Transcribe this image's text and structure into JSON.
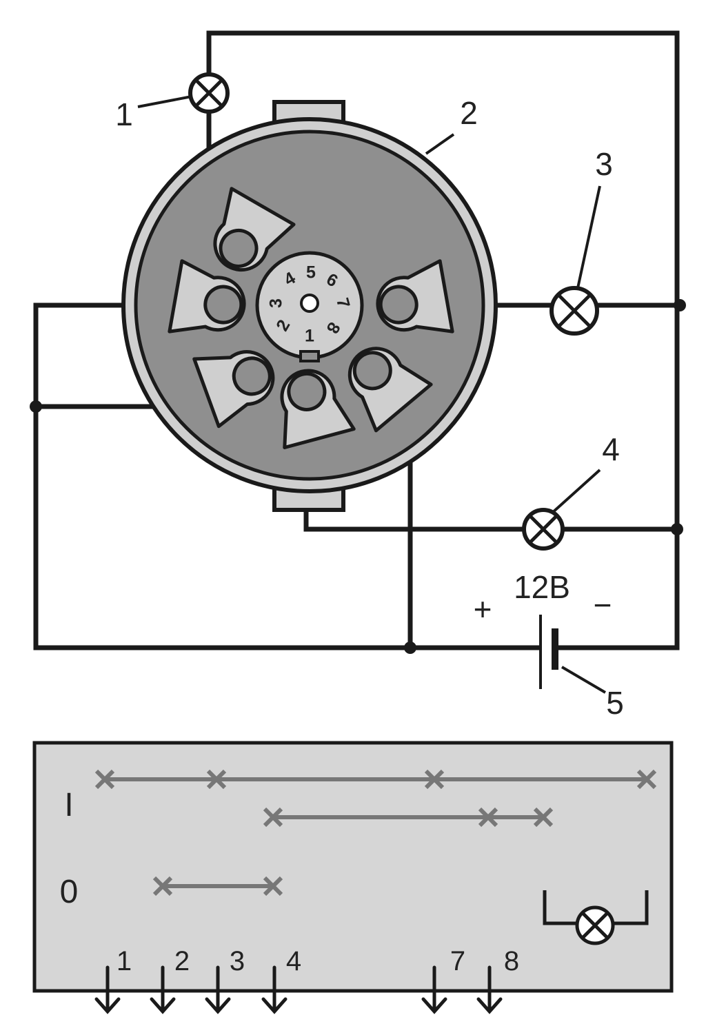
{
  "callouts": {
    "lamp_1": "1",
    "socket_2": "2",
    "lamp_3": "3",
    "lamp_4": "4",
    "battery_5": "5"
  },
  "battery": {
    "plus": "+",
    "minus": "−",
    "voltage": "12В"
  },
  "center_pin_numbers": [
    "1",
    "2",
    "3",
    "4",
    "5",
    "6",
    "7",
    "8"
  ],
  "table": {
    "row_I_label": "I",
    "row_0_label": "0",
    "pin_labels": [
      "1",
      "2",
      "3",
      "4",
      "7",
      "8"
    ]
  },
  "colors": {
    "line": "#1a1a1a",
    "socket_body": "#8f8f8f",
    "socket_rim": "#cfcfcf",
    "table_fill": "#d6d6d6",
    "table_trace": "#777777"
  }
}
